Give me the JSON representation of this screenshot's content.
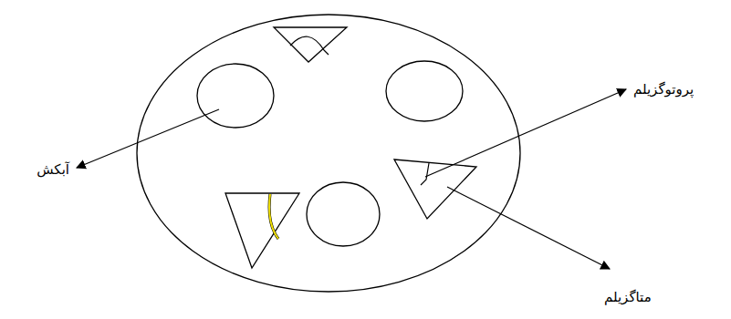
{
  "diagram": {
    "labels": [
      "پروتوگزیلم",
      "آبکش",
      "متاگزیلم"
    ]
  }
}
